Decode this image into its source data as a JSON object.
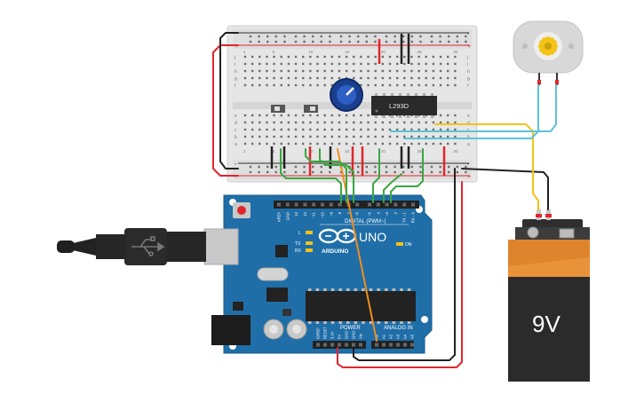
{
  "breadboard": {
    "row_letters_top": [
      "j",
      "i",
      "h",
      "g",
      "f"
    ],
    "row_letters_bottom": [
      "e",
      "d",
      "c",
      "b",
      "a"
    ],
    "col_numbers": [
      "1",
      "5",
      "10",
      "15",
      "20",
      "25",
      "30"
    ],
    "rail_plus": "+",
    "rail_minus": "-"
  },
  "driver_chip": {
    "label": "L293D"
  },
  "arduino": {
    "brand": "ARDUINO",
    "model": "UNO",
    "digital_label": "DIGITAL (PWM~)",
    "power_label": "POWER",
    "analog_label": "ANALOG IN",
    "on_label": "ON",
    "tx_label": "TX",
    "rx_label": "RX",
    "l_label": "L",
    "digital_pins": [
      "AREF",
      "GND",
      "13",
      "12",
      "~11",
      "~10",
      "~9",
      "8",
      "7",
      "~6",
      "~5",
      "4",
      "~3",
      "2",
      "TX→1",
      "RX←0"
    ],
    "power_pins": [
      "IOREF",
      "RESET",
      "3.3V",
      "5V",
      "GND",
      "GND",
      "Vin"
    ],
    "analog_pins": [
      "A0",
      "A1",
      "A2",
      "A3",
      "A4",
      "A5"
    ]
  },
  "battery": {
    "label": "9V",
    "plus": "+",
    "minus": "−"
  },
  "colors": {
    "wire_red": "#e0262c",
    "wire_black": "#222222",
    "wire_green": "#3aa640",
    "wire_orange": "#f08c1e",
    "wire_yellow": "#f3c318",
    "wire_cyan": "#5cc3d6",
    "board_blue": "#1f6ea8",
    "breadboard": "#e9e9e9"
  }
}
